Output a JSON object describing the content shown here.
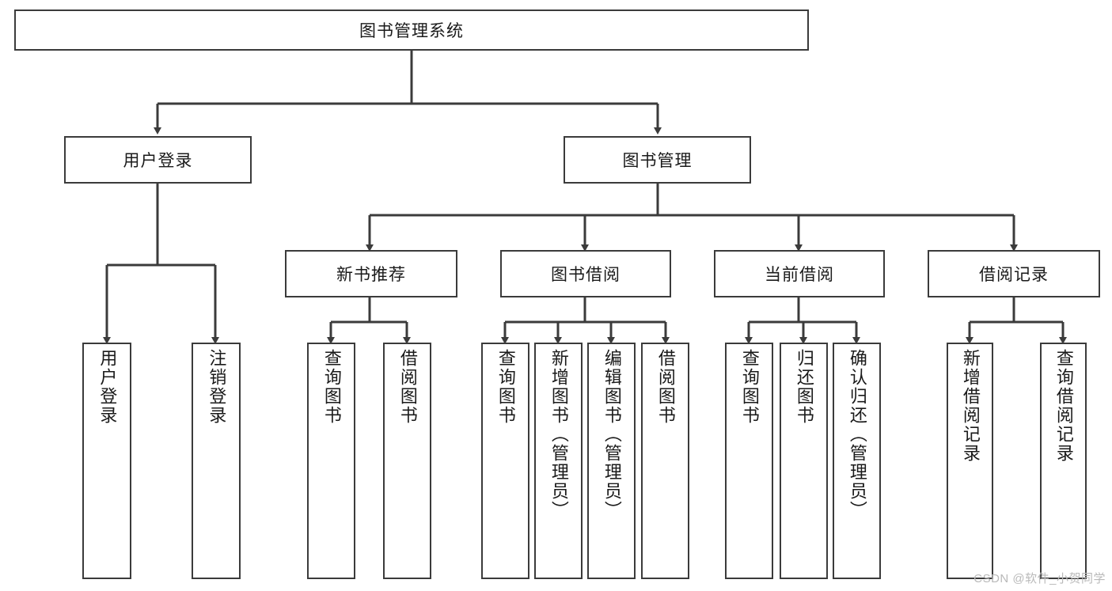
{
  "diagram": {
    "title": "图书管理系统",
    "watermark": "CSDN @软件_小贺同学",
    "style": {
      "border_color": "#3b3b3b",
      "fill_color": "#ffffff",
      "text_color": "#1a1a1a",
      "watermark_color": "#b9b9b9"
    },
    "levels": {
      "root": {
        "label": "图书管理系统"
      },
      "level2": [
        {
          "label": "用户登录"
        },
        {
          "label": "图书管理"
        }
      ],
      "level3": [
        {
          "label": "新书推荐"
        },
        {
          "label": "图书借阅"
        },
        {
          "label": "当前借阅"
        },
        {
          "label": "借阅记录"
        }
      ],
      "leaves": {
        "user_login": [
          {
            "label": "用户登录"
          },
          {
            "label": "注销登录"
          }
        ],
        "new_book_recommend": [
          {
            "label": "查询图书"
          },
          {
            "label": "借阅图书"
          }
        ],
        "book_borrow": [
          {
            "label": "查询图书"
          },
          {
            "label": "新增图书（管理员）"
          },
          {
            "label": "编辑图书（管理员）"
          },
          {
            "label": "借阅图书"
          }
        ],
        "current_borrow": [
          {
            "label": "查询图书"
          },
          {
            "label": "归还图书"
          },
          {
            "label": "确认归还（管理员）"
          }
        ],
        "borrow_record": [
          {
            "label": "新增借阅记录"
          },
          {
            "label": "查询借阅记录"
          }
        ]
      }
    }
  }
}
